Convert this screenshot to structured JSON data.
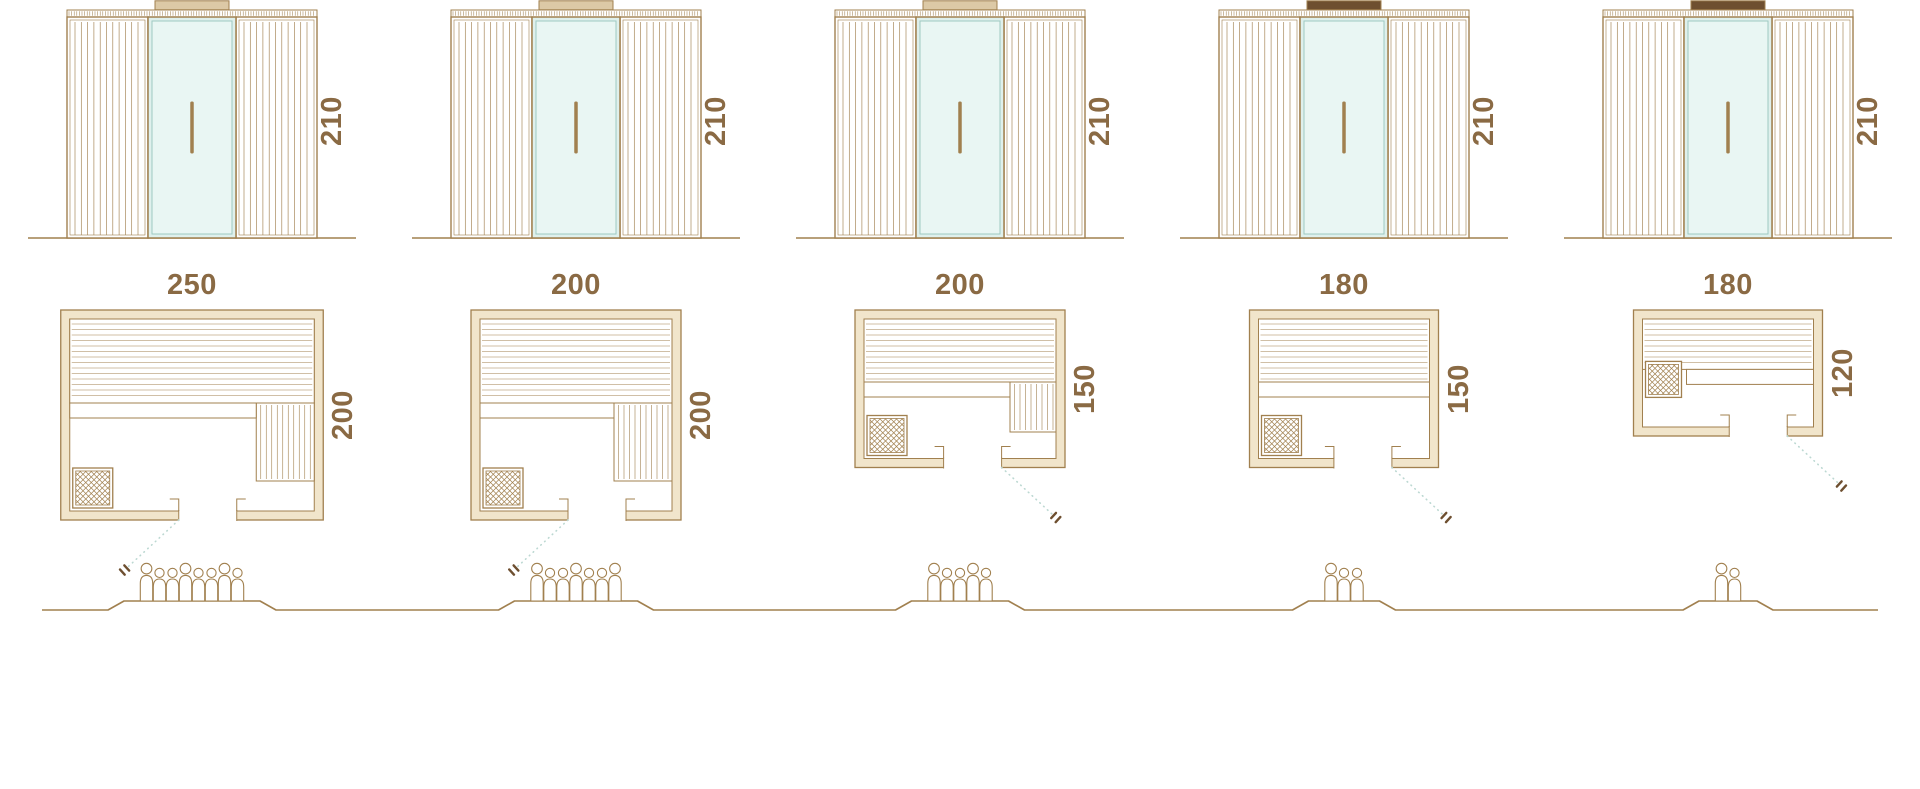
{
  "page": {
    "background": "#ffffff",
    "description": "Sauna cabin size chart: front elevations, floor plans and seating capacity figures for five models"
  },
  "colors": {
    "line": "#a1804f",
    "wall_fill": "#f1e5cb",
    "glass": "#dff0ec",
    "glass_inner": "#e9f6f3",
    "glass_frame": "#9ec9c2",
    "dim_text": "#8a6a44",
    "dark_accent": "#6e4f30",
    "swing_dot": "#bcd8d2",
    "top_block_light": "#dcc9a6"
  },
  "models": [
    {
      "name": "sauna-250x200",
      "width_label": "250",
      "depth_label": "200",
      "height_label": "210",
      "width_cm": 250,
      "depth_cm": 200,
      "height_cm": 210,
      "capacity": 8,
      "right_bench": "long",
      "heater_pos": "bottom-left",
      "door_frac": 0.56,
      "swing_dir": -1,
      "top_block": "light"
    },
    {
      "name": "sauna-200x200",
      "width_label": "200",
      "depth_label": "200",
      "height_label": "210",
      "width_cm": 200,
      "depth_cm": 200,
      "height_cm": 210,
      "capacity": 7,
      "right_bench": "long",
      "heater_pos": "bottom-left",
      "door_frac": 0.6,
      "swing_dir": -1,
      "top_block": "light"
    },
    {
      "name": "sauna-200x150",
      "width_label": "200",
      "depth_label": "150",
      "height_label": "210",
      "width_cm": 200,
      "depth_cm": 150,
      "height_cm": 210,
      "capacity": 5,
      "right_bench": "short",
      "heater_pos": "bottom-left",
      "door_frac": 0.56,
      "swing_dir": 1,
      "top_block": "light"
    },
    {
      "name": "sauna-180x150",
      "width_label": "180",
      "depth_label": "150",
      "height_label": "210",
      "width_cm": 180,
      "depth_cm": 150,
      "height_cm": 210,
      "capacity": 3,
      "right_bench": "none",
      "heater_pos": "bottom-left",
      "door_frac": 0.6,
      "swing_dir": 1,
      "top_block": "dark"
    },
    {
      "name": "sauna-180x120",
      "width_label": "180",
      "depth_label": "120",
      "height_label": "210",
      "width_cm": 180,
      "depth_cm": 120,
      "height_cm": 210,
      "capacity": 2,
      "right_bench": "none",
      "heater_pos": "left-mid",
      "door_frac": 0.66,
      "swing_dir": 1,
      "top_block": "dark"
    }
  ],
  "icons": {
    "person_icon": "outlined human figure (head circle + body)",
    "heater_icon": "cross-hatched square",
    "door_handle_icon": "two short parallel dashes"
  }
}
